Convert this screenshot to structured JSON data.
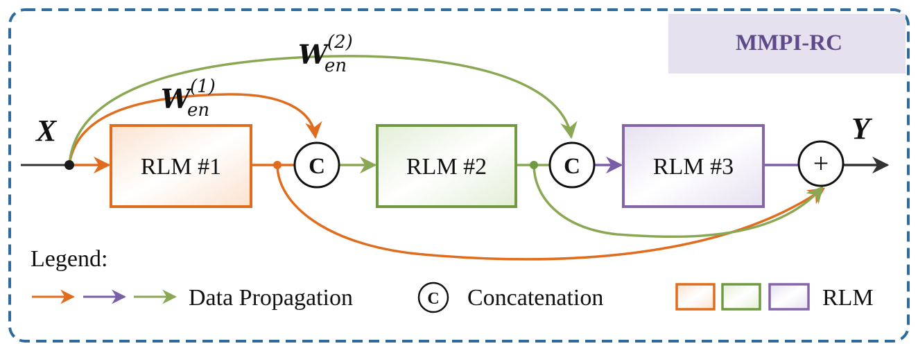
{
  "title_badge": "MMPI-RC",
  "input_label": "X",
  "output_label": "Y",
  "blocks": [
    {
      "label": "RLM #1",
      "color": "#e06d1d",
      "fill": "#fdeee2"
    },
    {
      "label": "RLM #2",
      "color": "#6f9a3f",
      "fill": "#eef5e6"
    },
    {
      "label": "RLM #3",
      "color": "#8466a8",
      "fill": "#f0ecf6"
    }
  ],
  "weights": [
    {
      "base": "W",
      "subscript": "en",
      "superscript": "(1)"
    },
    {
      "base": "W",
      "subscript": "en",
      "superscript": "(2)"
    }
  ],
  "concat_symbol": "C",
  "sum_symbol": "+",
  "legend": {
    "title": "Legend:",
    "data_propagation": "Data Propagation",
    "concatenation": "Concatenation",
    "rlm": "RLM"
  },
  "colors": {
    "orange": "#e06d1d",
    "green": "#8aa854",
    "purple": "#7b5ea8",
    "border_dash": "#2f6a9c",
    "badge_bg": "#e6e1ee",
    "badge_text": "#5e4a8a"
  }
}
